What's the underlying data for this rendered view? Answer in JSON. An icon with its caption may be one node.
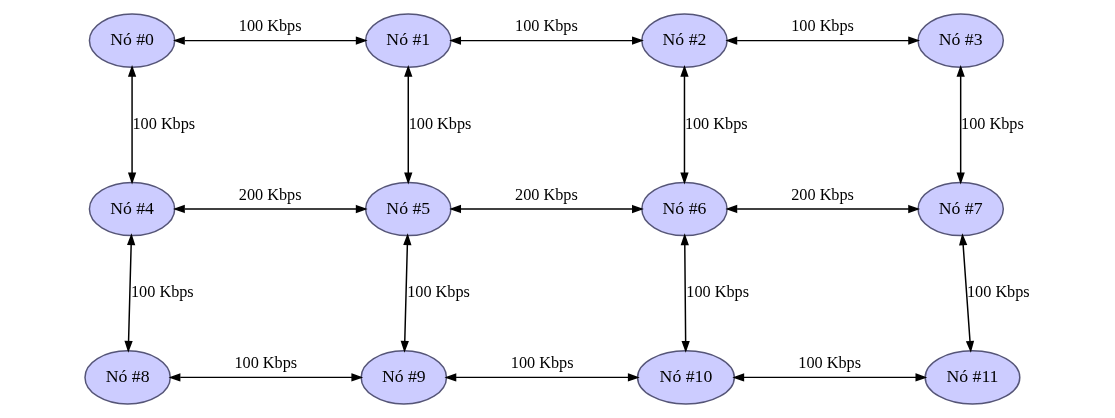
{
  "diagram": {
    "nodes": [
      {
        "text": [
          "Nó #0"
        ]
      },
      {
        "text": [
          "Nó #1"
        ]
      },
      {
        "text": [
          "Nó #2"
        ]
      },
      {
        "text": [
          "Nó #3"
        ]
      },
      {
        "text": [
          "Nó #4"
        ]
      },
      {
        "text": [
          "Nó #5"
        ]
      },
      {
        "text": [
          "Nó #6"
        ]
      },
      {
        "text": [
          "Nó #7"
        ]
      },
      {
        "text": [
          "Nó #8"
        ]
      },
      {
        "text": [
          "Nó #9"
        ]
      },
      {
        "text": [
          "Nó #10"
        ]
      },
      {
        "text": [
          "Nó #11"
        ]
      }
    ],
    "edges": [
      {
        "from": 0,
        "to": 1,
        "arrow": "both",
        "label": "100 Kbps"
      },
      {
        "from": 1,
        "to": 2,
        "arrow": "both",
        "label": "100 Kbps"
      },
      {
        "from": 2,
        "to": 3,
        "arrow": "both",
        "label": "100 Kbps"
      },
      {
        "from": 0,
        "to": 4,
        "arrow": "both",
        "label": "100 Kbps"
      },
      {
        "from": 1,
        "to": 5,
        "arrow": "both",
        "label": "100 Kbps"
      },
      {
        "from": 2,
        "to": 6,
        "arrow": "both",
        "label": "100 Kbps"
      },
      {
        "from": 3,
        "to": 7,
        "arrow": "both",
        "label": "100 Kbps"
      },
      {
        "from": 4,
        "to": 5,
        "arrow": "both",
        "label": "200 Kbps"
      },
      {
        "from": 5,
        "to": 6,
        "arrow": "both",
        "label": "200 Kbps"
      },
      {
        "from": 6,
        "to": 7,
        "arrow": "both",
        "label": "200 Kbps"
      },
      {
        "from": 4,
        "to": 8,
        "arrow": "both",
        "label": "100 Kbps"
      },
      {
        "from": 5,
        "to": 9,
        "arrow": "both",
        "label": "100 Kbps"
      },
      {
        "from": 6,
        "to": 10,
        "arrow": "both",
        "label": "100 Kbps"
      },
      {
        "from": 7,
        "to": 11,
        "arrow": "both",
        "label": "100 Kbps"
      },
      {
        "from": 8,
        "to": 9,
        "arrow": "both",
        "label": "100 Kbps"
      },
      {
        "from": 9,
        "to": 10,
        "arrow": "both",
        "label": "100 Kbps"
      },
      {
        "from": 10,
        "to": 11,
        "arrow": "both",
        "label": "100 Kbps"
      }
    ]
  }
}
